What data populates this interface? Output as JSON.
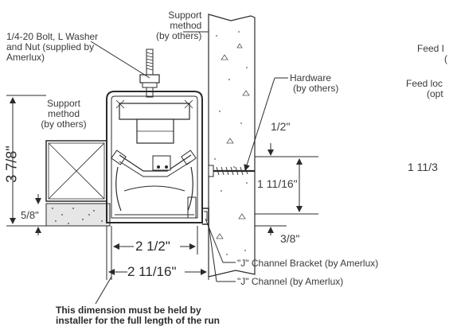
{
  "labels": {
    "support_method_top": [
      "Support",
      "method",
      "(by others)"
    ],
    "bolt": [
      "1/4-20 Bolt, L Washer",
      "and Nut (supplied by",
      "Amerlux)"
    ],
    "support_method_left": [
      "Support",
      "method",
      "(by others)"
    ],
    "hardware": [
      "Hardware",
      "(by others)"
    ],
    "feed_top": [
      "Feed I",
      "("
    ],
    "feed_loc": [
      "Feed loc",
      "(opt"
    ],
    "j_bracket": "\"J\" Channel Bracket (by Amerlux)",
    "j_channel": "\"J\" Channel (by Amerlux)",
    "note": [
      "This dimension must be held by",
      "installer for the full length of the run"
    ]
  },
  "dims": {
    "height": "3 7/8\"",
    "gap_left": "5/8\"",
    "half": "1/2\"",
    "screw_span": "1 11/16\"",
    "bottom_small": "3/8\"",
    "width_inner": "2 1/2\"",
    "width_outer": "2 11/16\"",
    "right_cut": "1 11/3"
  }
}
